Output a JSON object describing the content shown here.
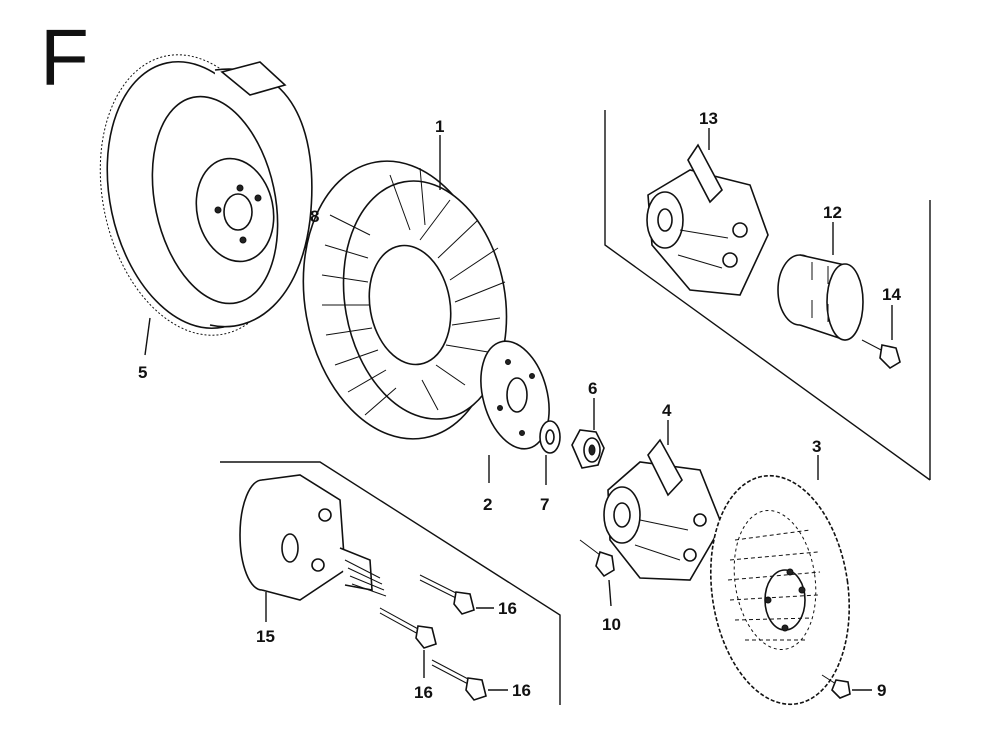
{
  "section_letter": "F",
  "callouts": [
    {
      "id": "1",
      "label": "1"
    },
    {
      "id": "2",
      "label": "2"
    },
    {
      "id": "3",
      "label": "3"
    },
    {
      "id": "4",
      "label": "4"
    },
    {
      "id": "5",
      "label": "5"
    },
    {
      "id": "6",
      "label": "6"
    },
    {
      "id": "7",
      "label": "7"
    },
    {
      "id": "8",
      "label": "8"
    },
    {
      "id": "9",
      "label": "9"
    },
    {
      "id": "10",
      "label": "10"
    },
    {
      "id": "12",
      "label": "12"
    },
    {
      "id": "13",
      "label": "13"
    },
    {
      "id": "14",
      "label": "14"
    },
    {
      "id": "15",
      "label": "15"
    },
    {
      "id": "16a",
      "label": "16"
    },
    {
      "id": "16b",
      "label": "16"
    },
    {
      "id": "16c",
      "label": "16"
    }
  ]
}
